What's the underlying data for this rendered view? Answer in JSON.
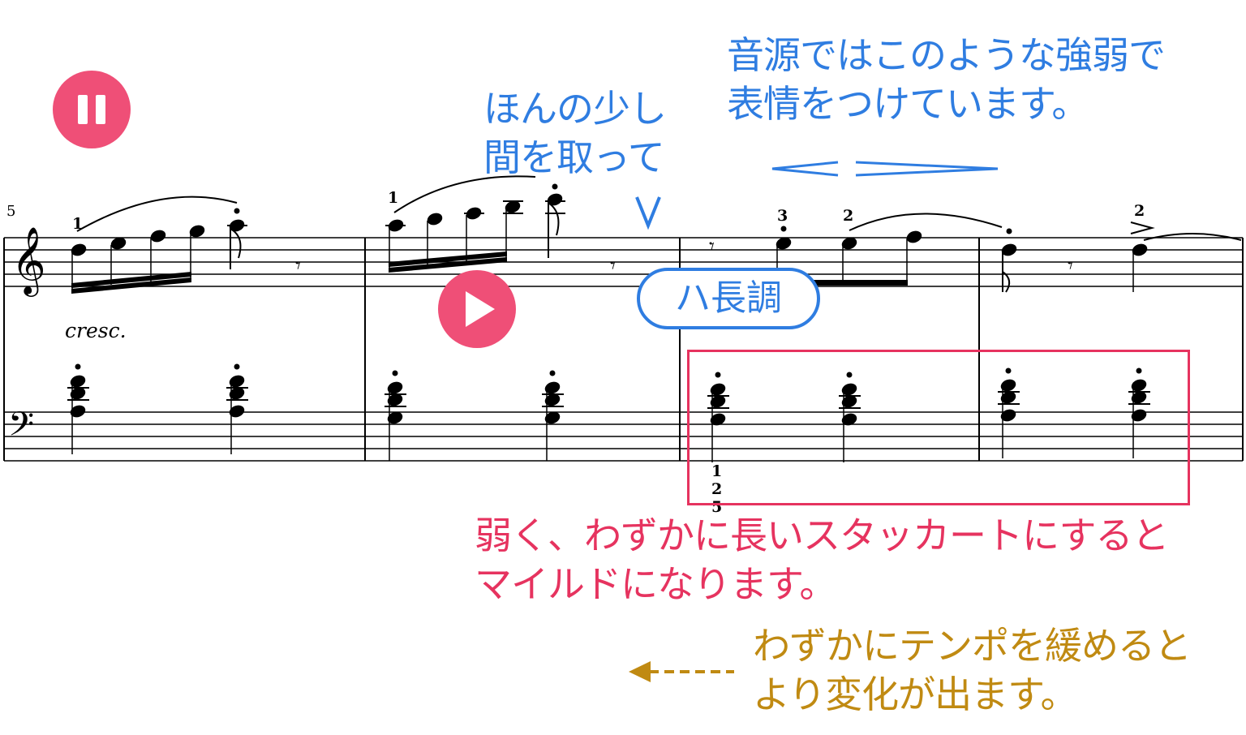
{
  "score": {
    "measure_number": "5",
    "dynamic": "cresc.",
    "fingerings": {
      "m5_treble": "1",
      "m6_treble": "1",
      "m7_treble_a": "3",
      "m7_treble_b": "2",
      "m8_treble": "2",
      "m7_bass": [
        "1",
        "2",
        "5"
      ]
    },
    "key_label": "ハ長調",
    "breath_mark": "V"
  },
  "annotations": {
    "pause_note": [
      "ほんの少し",
      "間を取って"
    ],
    "dynamics_note": [
      "音源ではこのような強弱で",
      "表情をつけています。"
    ],
    "staccato_note": [
      "弱く、わずかに長いスタッカートにすると",
      "マイルドになります。"
    ],
    "tempo_note": [
      "わずかにテンポを緩めると",
      "より変化が出ます。"
    ]
  },
  "controls": {
    "pause_button": "pause-icon",
    "play_button": "play-icon"
  },
  "colors": {
    "blue": "#2f7de1",
    "pink": "#e6335f",
    "gold": "#c08a12",
    "button": "#ef4f77"
  }
}
